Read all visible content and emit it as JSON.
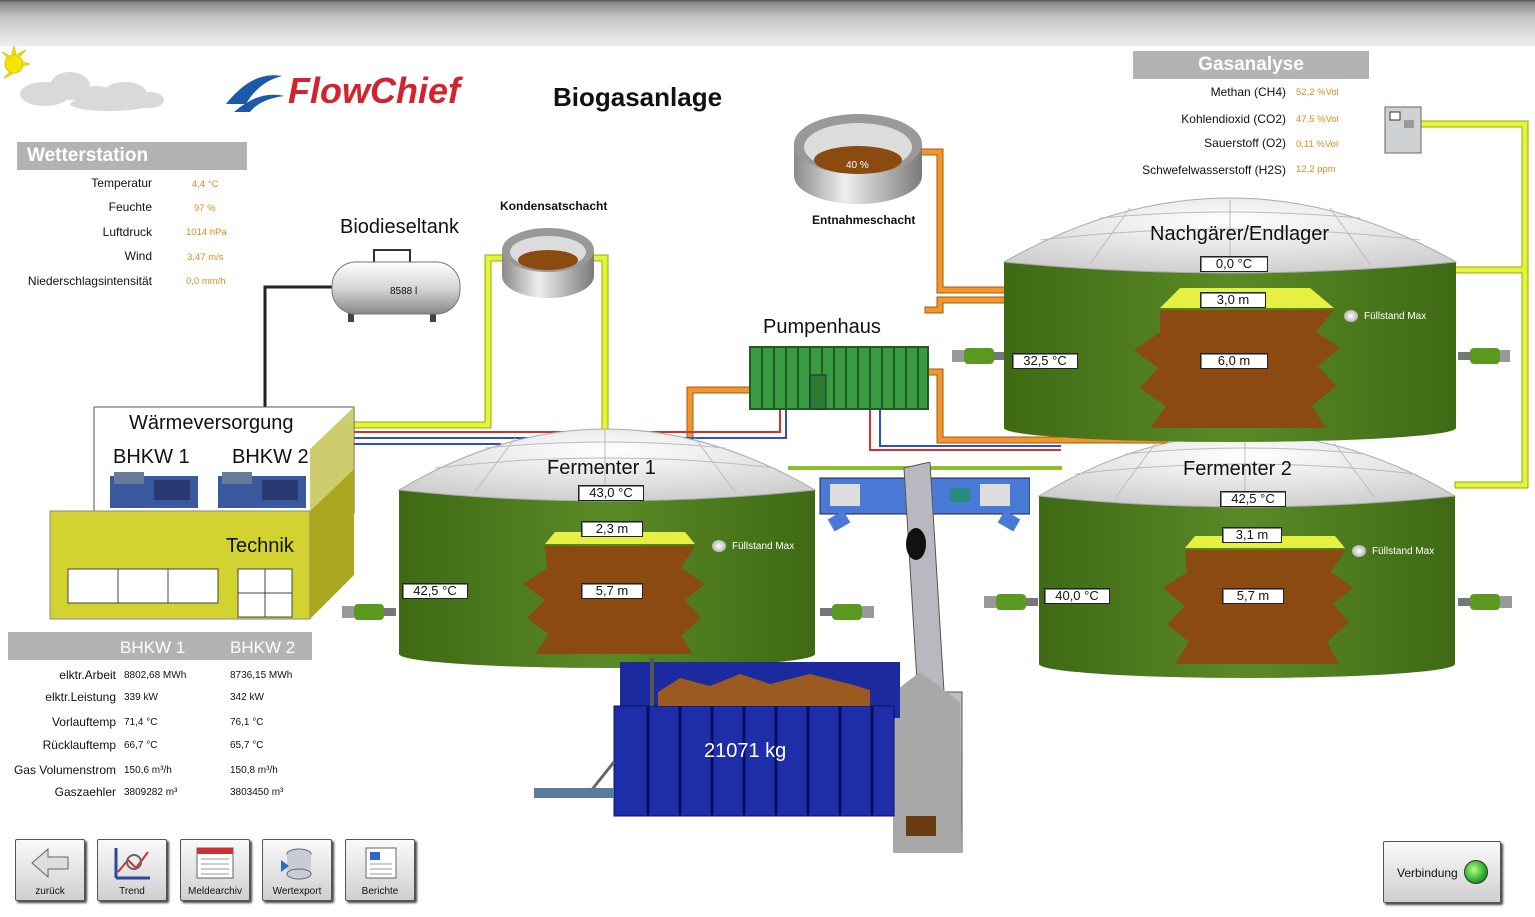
{
  "header": {
    "title": "Biogasanlage",
    "logo_text": "FlowChief"
  },
  "weather": {
    "title": "Wetterstation",
    "rows": [
      {
        "label": "Temperatur",
        "value": "4,4 °C"
      },
      {
        "label": "Feuchte",
        "value": "97 %"
      },
      {
        "label": "Luftdruck",
        "value": "1014 hPa"
      },
      {
        "label": "Wind",
        "value": "3,47 m/s"
      },
      {
        "label": "Niederschlagsintensität",
        "value": "0,0 mm/h"
      }
    ]
  },
  "gas": {
    "title": "Gasanalyse",
    "rows": [
      {
        "label": "Methan (CH4)",
        "value": "52,2 %Vol"
      },
      {
        "label": "Kohlendioxid (CO2)",
        "value": "47,5 %Vol"
      },
      {
        "label": "Sauerstoff (O2)",
        "value": "0,11 %Vol"
      },
      {
        "label": "Schwefelwasserstoff (H2S)",
        "value": "12,2 ppm"
      }
    ]
  },
  "bhkw_table": {
    "col1": "BHKW 1",
    "col2": "BHKW 2",
    "rows": [
      {
        "label": "elktr.Arbeit",
        "v1": "8802,68 MWh",
        "v2": "8736,15 MWh"
      },
      {
        "label": "elktr.Leistung",
        "v1": "339 kW",
        "v2": "342 kW"
      },
      {
        "label": "Vorlauftemp",
        "v1": "71,4 °C",
        "v2": "76,1 °C"
      },
      {
        "label": "Rücklauftemp",
        "v1": "66,7 °C",
        "v2": "65,7 °C"
      },
      {
        "label": "Gas Volumenstrom",
        "v1": "150,6 m³/h",
        "v2": "150,8 m³/h"
      },
      {
        "label": "Gaszaehler",
        "v1": "3809282 m³",
        "v2": "3803450 m³"
      }
    ]
  },
  "plant": {
    "biodiesel": {
      "title": "Biodieseltank",
      "volume": "8588 l"
    },
    "kondensat": {
      "title": "Kondensatschacht"
    },
    "entnahme": {
      "title": "Entnahmeschacht",
      "level": "40 %"
    },
    "pumpenhaus": {
      "title": "Pumpenhaus"
    },
    "waerme": {
      "title": "Wärmeversorgung",
      "bhkw1": "BHKW 1",
      "bhkw2": "BHKW 2",
      "technik": "Technik"
    },
    "fermenter1": {
      "title": "Fermenter 1",
      "top_temp": "43,0 °C",
      "level_gas": "2,3 m",
      "level": "5,7 m",
      "temp": "42,5 °C",
      "fill_label": "Füllstand Max"
    },
    "fermenter2": {
      "title": "Fermenter 2",
      "top_temp": "42,5 °C",
      "level_gas": "3,1 m",
      "level": "5,7 m",
      "temp": "40,0 °C",
      "fill_label": "Füllstand Max"
    },
    "nachgaerer": {
      "title": "Nachgärer/Endlager",
      "top_temp": "0,0 °C",
      "level_gas": "3,0 m",
      "level": "6,0 m",
      "temp": "32,5 °C",
      "fill_label": "Füllstand Max"
    },
    "container": {
      "weight": "21071 kg"
    }
  },
  "nav": {
    "buttons": [
      "zurück",
      "Trend",
      "Meldearchiv",
      "Wertexport",
      "Berichte"
    ],
    "connection": "Verbindung"
  },
  "colors": {
    "pipe_yellow": "#d8f020",
    "pipe_orange": "#e88a2a",
    "tank_green": "#4e7a1e",
    "building_yellow": "#d2d230",
    "accent": "#e08a1e"
  }
}
